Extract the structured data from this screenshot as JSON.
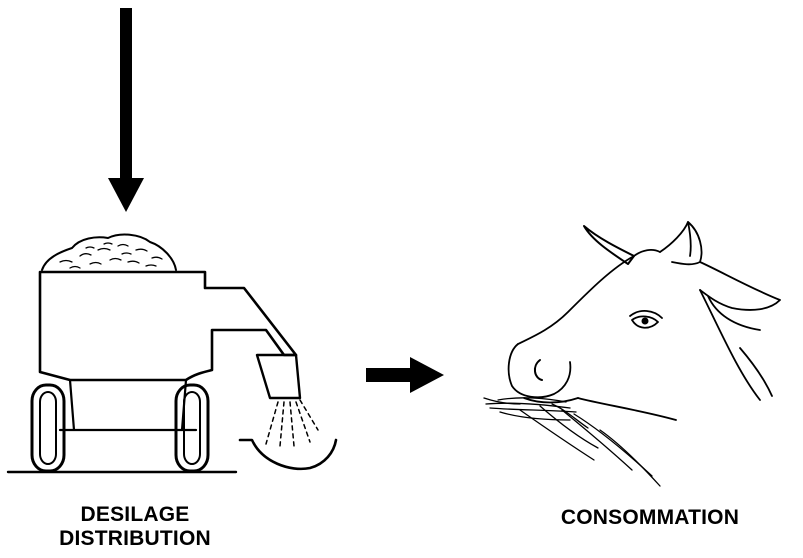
{
  "labels": {
    "left_line1": "DESILAGE",
    "left_line2": "DISTRIBUTION",
    "right": "CONSOMMATION"
  },
  "colors": {
    "ink": "#000000",
    "background": "#ffffff"
  },
  "icons": {
    "down_arrow": "down-arrow-icon",
    "right_arrow": "right-arrow-icon",
    "feed_wagon": "feed-wagon-icon",
    "cow_head": "cow-head-icon"
  }
}
